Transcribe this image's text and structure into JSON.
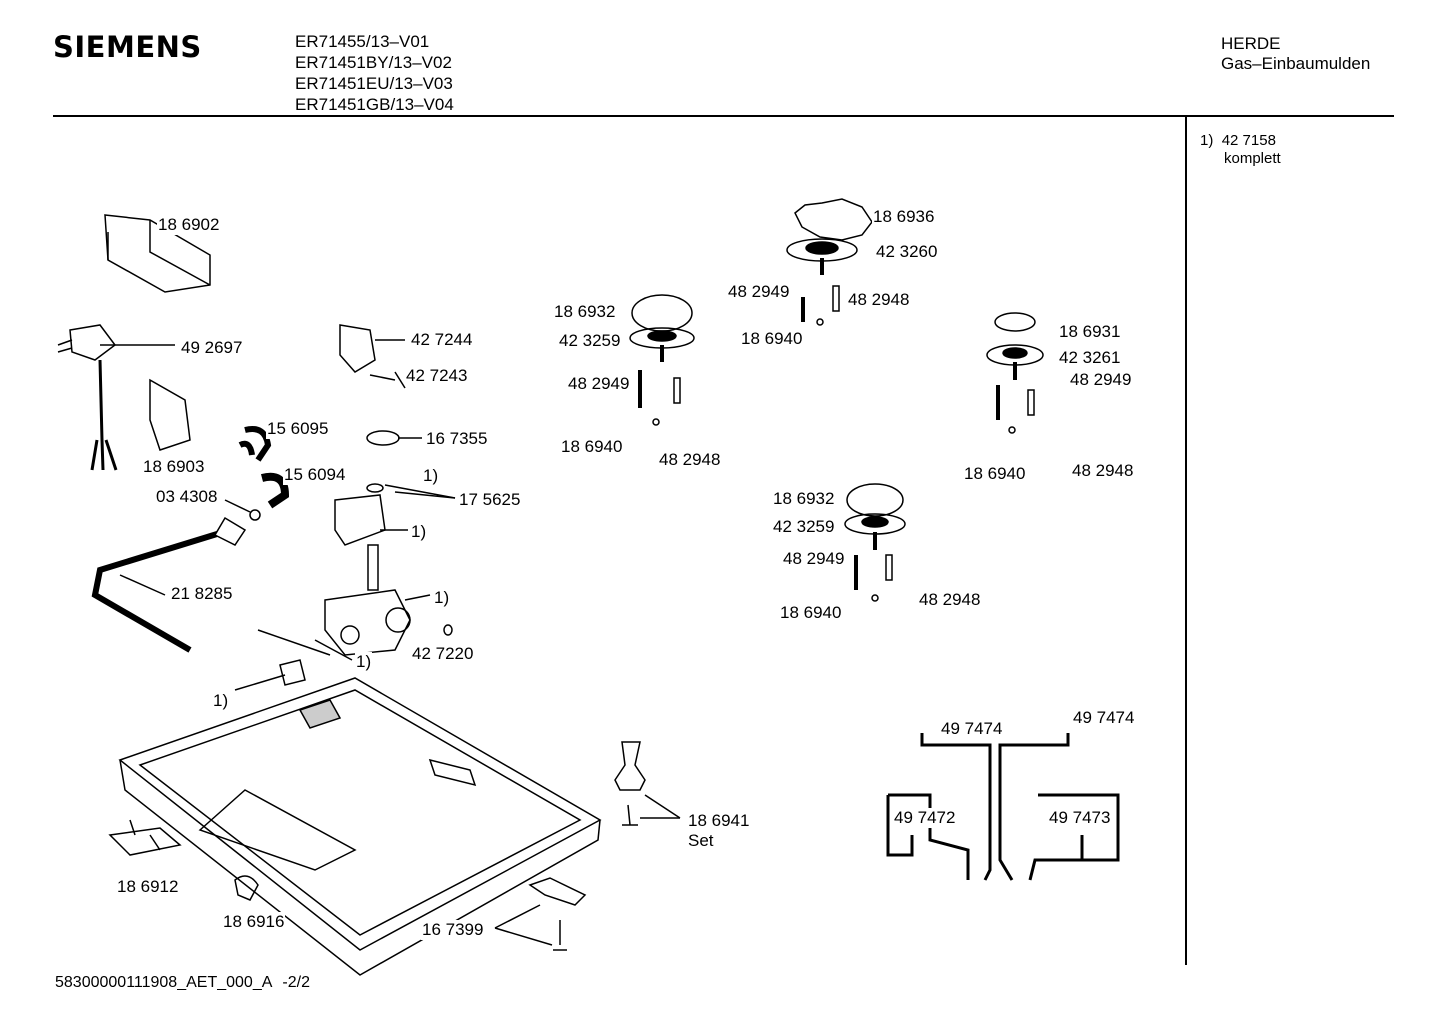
{
  "header": {
    "brand": "SIEMENS",
    "models": [
      "ER71455/13–V01",
      "ER71451BY/13–V02",
      "ER71451EU/13–V03",
      "ER71451GB/13–V04"
    ],
    "category": "HERDE",
    "subcategory": "Gas–Einbaumulden"
  },
  "note": {
    "marker": "1)",
    "part": "42 7158",
    "text": "komplett"
  },
  "labels": [
    "18 6902",
    "49 2697",
    "42 7244",
    "42 7243",
    "18 6903",
    "15 6095",
    "16 7355",
    "15 6094",
    "1)",
    "03 4308",
    "17 5625",
    "1)",
    "21 8285",
    "1)",
    "42 7220",
    "1)",
    "1)",
    "18 6936",
    "42 3260",
    "48 2949",
    "48 2948",
    "18 6940",
    "18 6932",
    "42 3259",
    "48 2949",
    "18 6940",
    "48 2948",
    "18 6931",
    "42 3261",
    "48 2949",
    "18 6940",
    "48 2948",
    "18 6932",
    "42 3259",
    "48 2949",
    "48 2948",
    "18 6940",
    "49 7474",
    "49 7474",
    "49 7472",
    "49 7473",
    "18 6941",
    "Set",
    "18 6912",
    "18 6916",
    "16 7399"
  ],
  "footer": {
    "doc_id": "58300000111908_AET_000_A",
    "page": "-2/2"
  }
}
